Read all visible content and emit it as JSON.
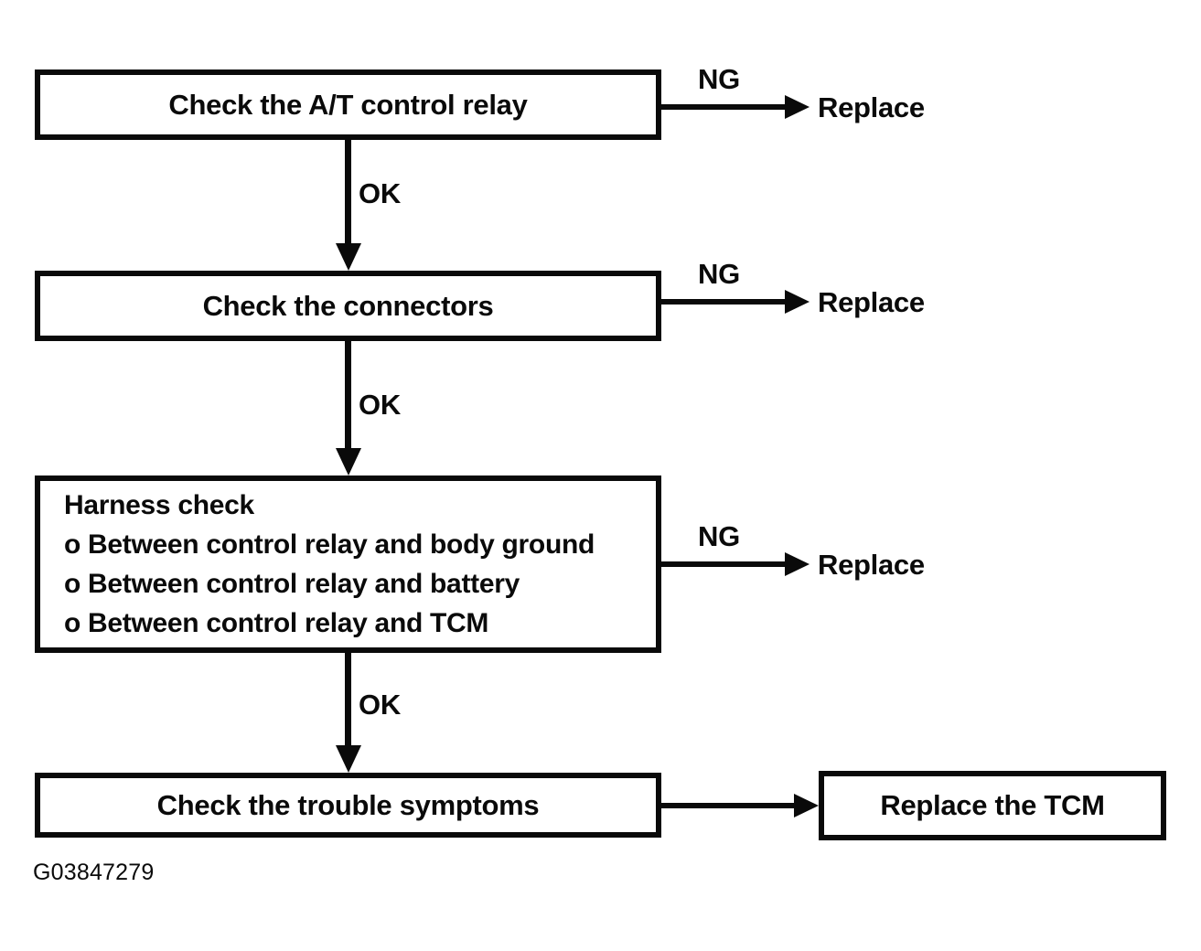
{
  "palette": {
    "ink": "#0a0a0a",
    "paper": "#ffffff"
  },
  "flow": {
    "rows": [
      {
        "box": {
          "label": "Check the A/T control relay"
        },
        "ng": {
          "label": "NG",
          "result": "Replace"
        },
        "ok": {
          "label": "OK"
        }
      },
      {
        "box": {
          "label": "Check the connectors"
        },
        "ng": {
          "label": "NG",
          "result": "Replace"
        },
        "ok": {
          "label": "OK"
        }
      },
      {
        "box": {
          "title": "Harness check",
          "items": [
            "o Between control relay and body ground",
            "o Between control relay and battery",
            "o Between control relay and TCM"
          ]
        },
        "ng": {
          "label": "NG",
          "result": "Replace"
        },
        "ok": {
          "label": "OK"
        }
      },
      {
        "box": {
          "label": "Check the trouble symptoms"
        },
        "terminal": {
          "label": "Replace the TCM"
        }
      }
    ]
  },
  "figure_code": "G03847279"
}
